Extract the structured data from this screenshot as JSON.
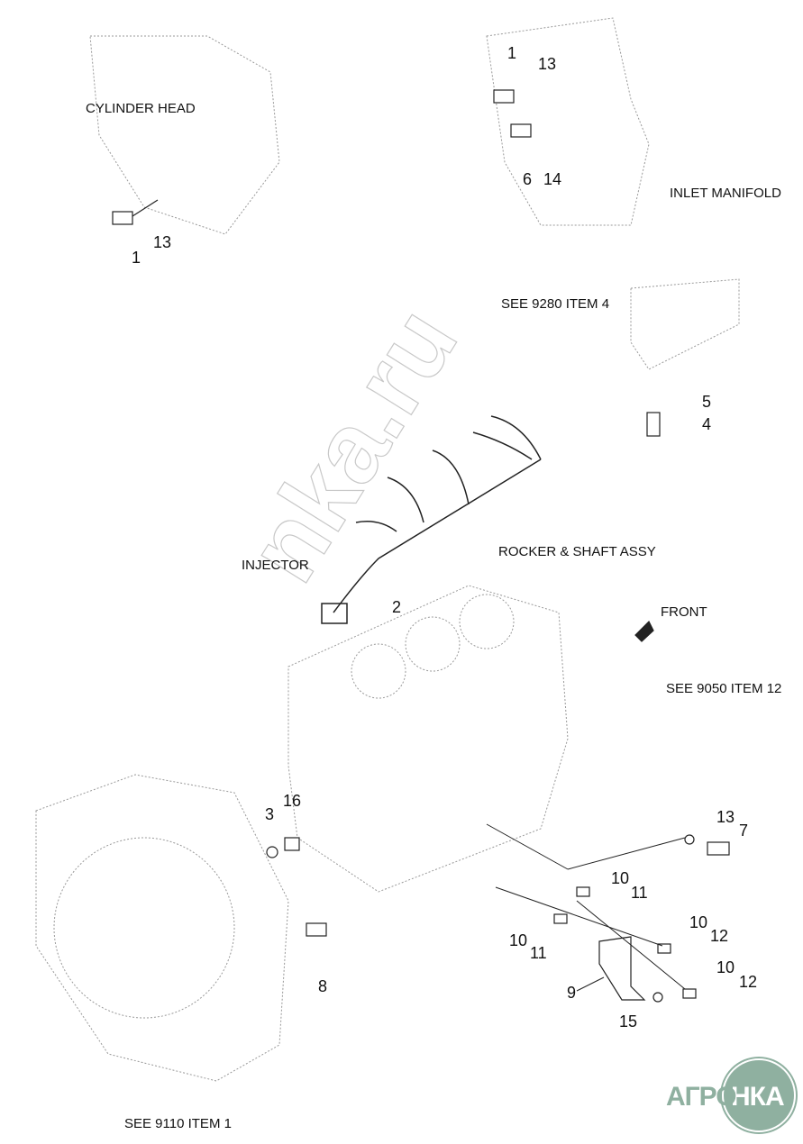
{
  "labels": {
    "cylinder_head": "CYLINDER HEAD",
    "inlet_manifold": "INLET MANIFOLD",
    "see_9280": "SEE 9280 ITEM 4",
    "injector": "INJECTOR",
    "rocker": "ROCKER & SHAFT ASSY",
    "front": "FRONT",
    "see_9050": "SEE 9050 ITEM 12",
    "see_9110": "SEE 9110 ITEM 1"
  },
  "callouts": [
    "1",
    "13",
    "1",
    "13",
    "6",
    "14",
    "5",
    "4",
    "2",
    "3",
    "16",
    "13",
    "7",
    "10",
    "11",
    "10",
    "11",
    "10",
    "12",
    "10",
    "12",
    "9",
    "15",
    "8"
  ],
  "watermark": "nka.ru",
  "logo": {
    "left": "АГРО",
    "right": "НКА",
    "color": "#8fb0a0"
  }
}
